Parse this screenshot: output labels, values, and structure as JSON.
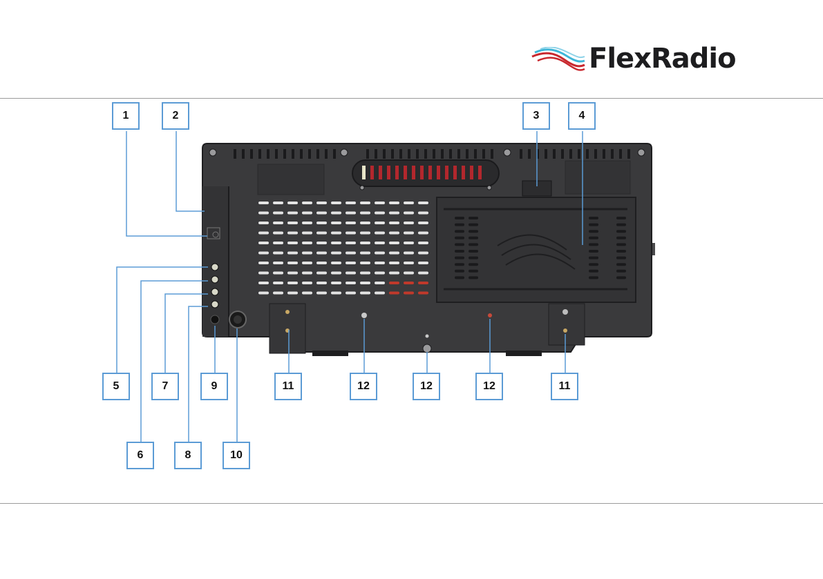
{
  "brand": {
    "name": "FlexRadio",
    "accent_red": "#c8282e",
    "accent_blue": "#3fb6d8"
  },
  "callouts": [
    "1",
    "2",
    "3",
    "4",
    "5",
    "6",
    "7",
    "8",
    "9",
    "10",
    "11",
    "12",
    "12",
    "12",
    "11"
  ],
  "colors": {
    "line": "#5b9bd5",
    "panel": "#3a3a3c",
    "panel_dark": "#2c2c2e"
  }
}
